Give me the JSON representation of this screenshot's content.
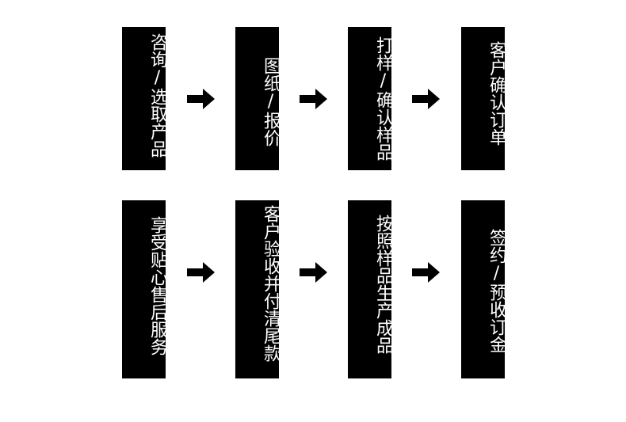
{
  "colors": {
    "background": "#ffffff",
    "box": "#000000",
    "text": "#ffffff",
    "arrow": "#000000"
  },
  "row1": [
    {
      "label": "咨询/选取产品"
    },
    {
      "label": "图纸/报价"
    },
    {
      "label": "打样/确认样品"
    },
    {
      "label": "客户确认订单"
    }
  ],
  "row2": [
    {
      "label": "享受贴心售后服务"
    },
    {
      "label": "客户验收并付清尾款"
    },
    {
      "label": "按照样品生产成品"
    },
    {
      "label": "签约/预收订金"
    }
  ],
  "arrows": {
    "icon": "arrow-right-icon",
    "count_per_row": 3
  }
}
